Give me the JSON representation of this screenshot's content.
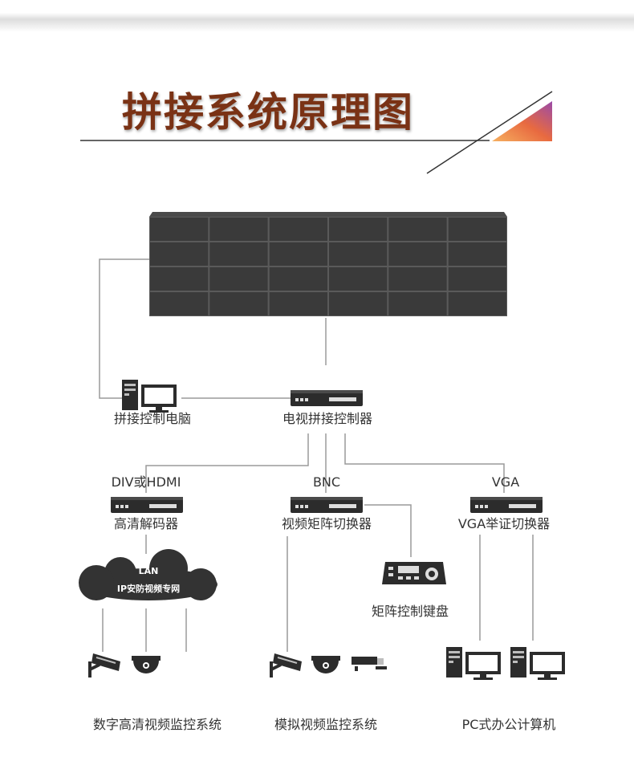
{
  "title": "拼接系统原理图",
  "nodes": {
    "control_pc": "拼接控制电脑",
    "tv_controller": "电视拼接控制器",
    "hd_decoder": {
      "signal": "DIV或HDMI",
      "label": "高清解码器"
    },
    "matrix_switcher": {
      "signal": "BNC",
      "label": "视频矩阵切换器"
    },
    "vga_switcher": {
      "signal": "VGA",
      "label": "VGA举证切换器"
    },
    "matrix_keyboard": "矩阵控制键盘",
    "network_cloud": {
      "line1": "LAN",
      "line2": "IP安防视频专网"
    }
  },
  "systems": {
    "hd_surveillance": "数字高清视频监控系统",
    "analog_surveillance": "模拟视频监控系统",
    "pc": "PC式办公计算机"
  },
  "video_wall": {
    "rows": 4,
    "cols": 6
  },
  "colors": {
    "title": "#7a3215",
    "device": "#2c2c2c",
    "line": "#9a9a9a",
    "panel": "#3a3a3a",
    "accent_orange": "#f0a040",
    "accent_purple": "#a050b0"
  },
  "icons": {
    "pc": "desktop-computer-icon",
    "device": "rack-device-icon",
    "camera": "cctv-camera-icon",
    "dome": "dome-camera-icon",
    "keyboard": "control-keyboard-icon"
  }
}
